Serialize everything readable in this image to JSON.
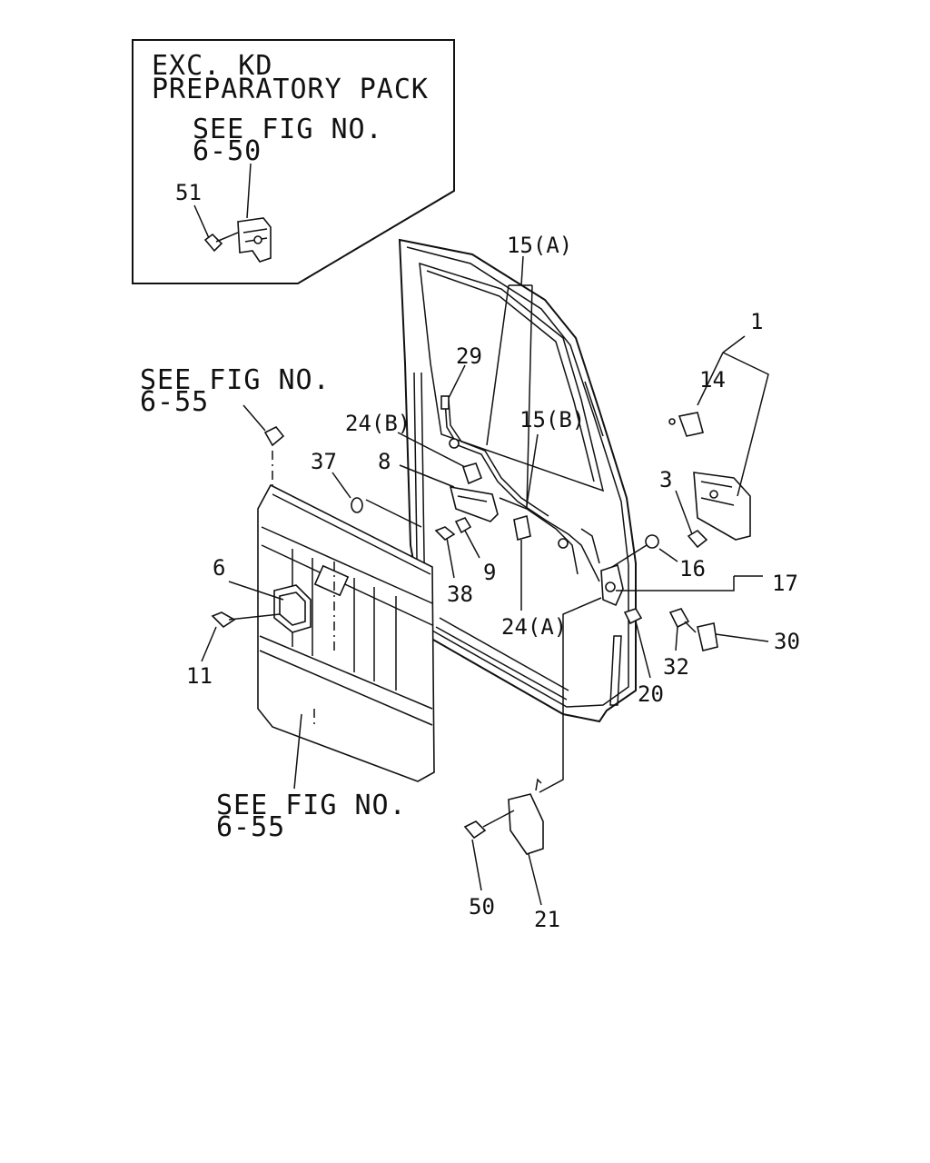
{
  "inset": {
    "line1": "EXC. KD",
    "line2": "PREPARATORY PACK",
    "ref_line1": "SEE FIG NO.",
    "ref_line2": "6-50"
  },
  "notes": {
    "top_left_line1": "SEE FIG NO.",
    "top_left_line2": "6-55",
    "bottom_line1": "SEE FIG NO.",
    "bottom_line2": "6-55"
  },
  "labels": {
    "p1": "1",
    "p3": "3",
    "p6": "6",
    "p8": "8",
    "p9": "9",
    "p11": "11",
    "p14": "14",
    "p15a": "15(A)",
    "p15b": "15(B)",
    "p16": "16",
    "p17": "17",
    "p20": "20",
    "p21": "21",
    "p24a": "24(A)",
    "p24b": "24(B)",
    "p29": "29",
    "p30": "30",
    "p32": "32",
    "p37": "37",
    "p38": "38",
    "p50": "50",
    "p51": "51"
  }
}
